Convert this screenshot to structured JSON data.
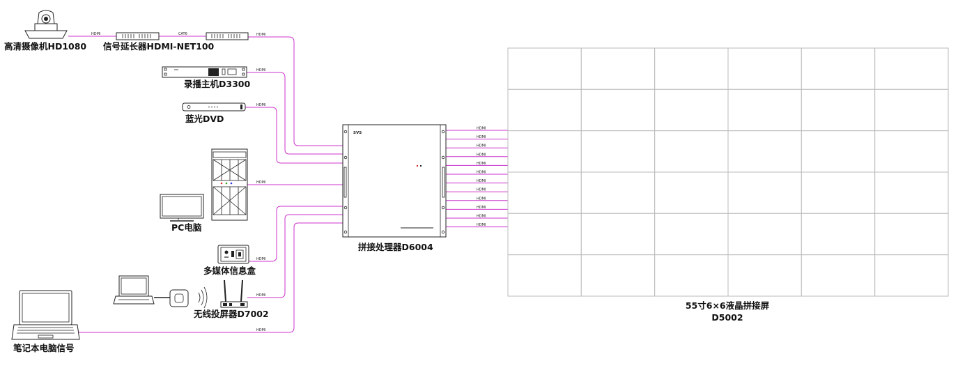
{
  "sources": [
    {
      "id": "camera",
      "label": "高清摄像机HD1080"
    },
    {
      "id": "extender",
      "label": "信号延长器HDMI-NET100"
    },
    {
      "id": "recorder",
      "label": "录播主机D3300"
    },
    {
      "id": "dvd",
      "label": "蓝光DVD"
    },
    {
      "id": "pc",
      "label": "PC电脑"
    },
    {
      "id": "mediabox",
      "label": "多媒体信息盒"
    },
    {
      "id": "wireless",
      "label": "无线投屏器D7002"
    },
    {
      "id": "laptop",
      "label": "笔记本电脑信号"
    }
  ],
  "processor": {
    "label": "拼接处理器D6004",
    "brand": "SVS",
    "output_count": 12
  },
  "wall": {
    "label_line1": "55寸6×6液晶拼接屏",
    "label_line2": "D5002",
    "rows": 6,
    "cols": 6
  },
  "wire_labels": {
    "hdmi": "HDMI",
    "cat6": "CAT6"
  },
  "colors": {
    "wire": "#cc33cc",
    "line": "#222222",
    "grid": "#bbbbbb"
  }
}
